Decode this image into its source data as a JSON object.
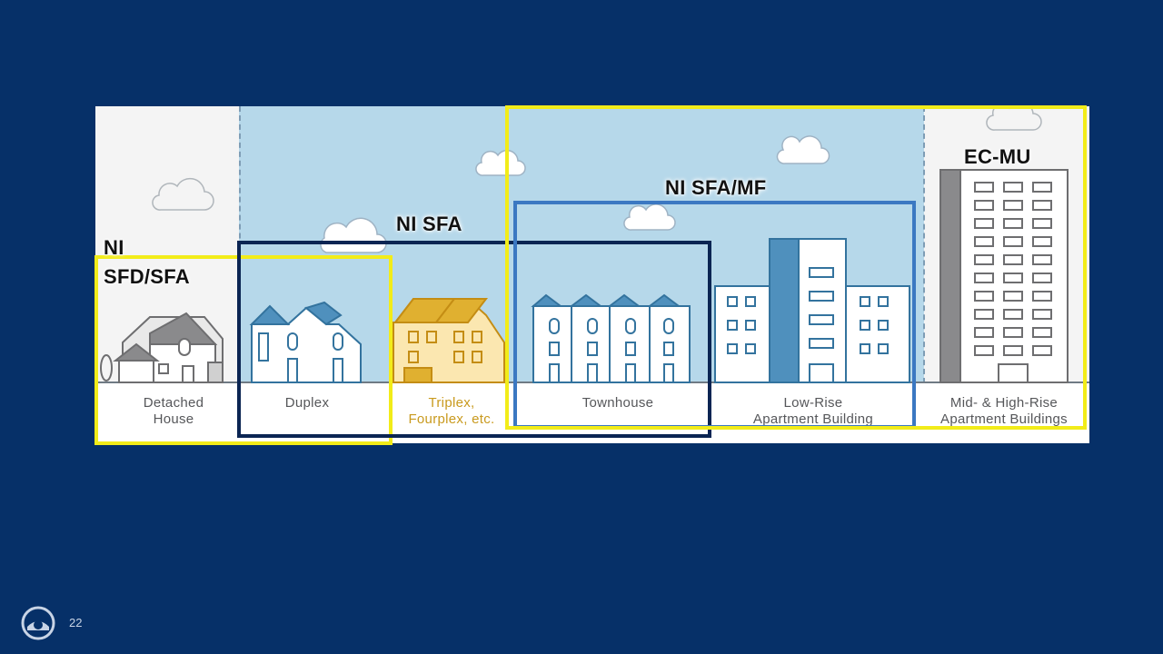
{
  "zones": {
    "ni_sfd_sfa": "NI\nSFD/SFA",
    "ni_sfa": "NI SFA",
    "ni_sfa_mf": "NI SFA/MF",
    "ec_mu": "EC-MU"
  },
  "housing_types": [
    {
      "label": "Detached\nHouse"
    },
    {
      "label": "Duplex"
    },
    {
      "label": "Triplex,\nFourplex, etc."
    },
    {
      "label": "Townhouse"
    },
    {
      "label": "Low-Rise\nApartment Building"
    },
    {
      "label": "Mid- & High-Rise\nApartment Buildings"
    }
  ],
  "footer": {
    "slide_number": "22"
  },
  "colors": {
    "background": "#063068",
    "highlight_yellow": "#f2ec19",
    "navy_box": "#0b2553",
    "blue_box": "#3b78c2",
    "sky": "#b6d8ea",
    "accent_gold": "#e0b030"
  }
}
